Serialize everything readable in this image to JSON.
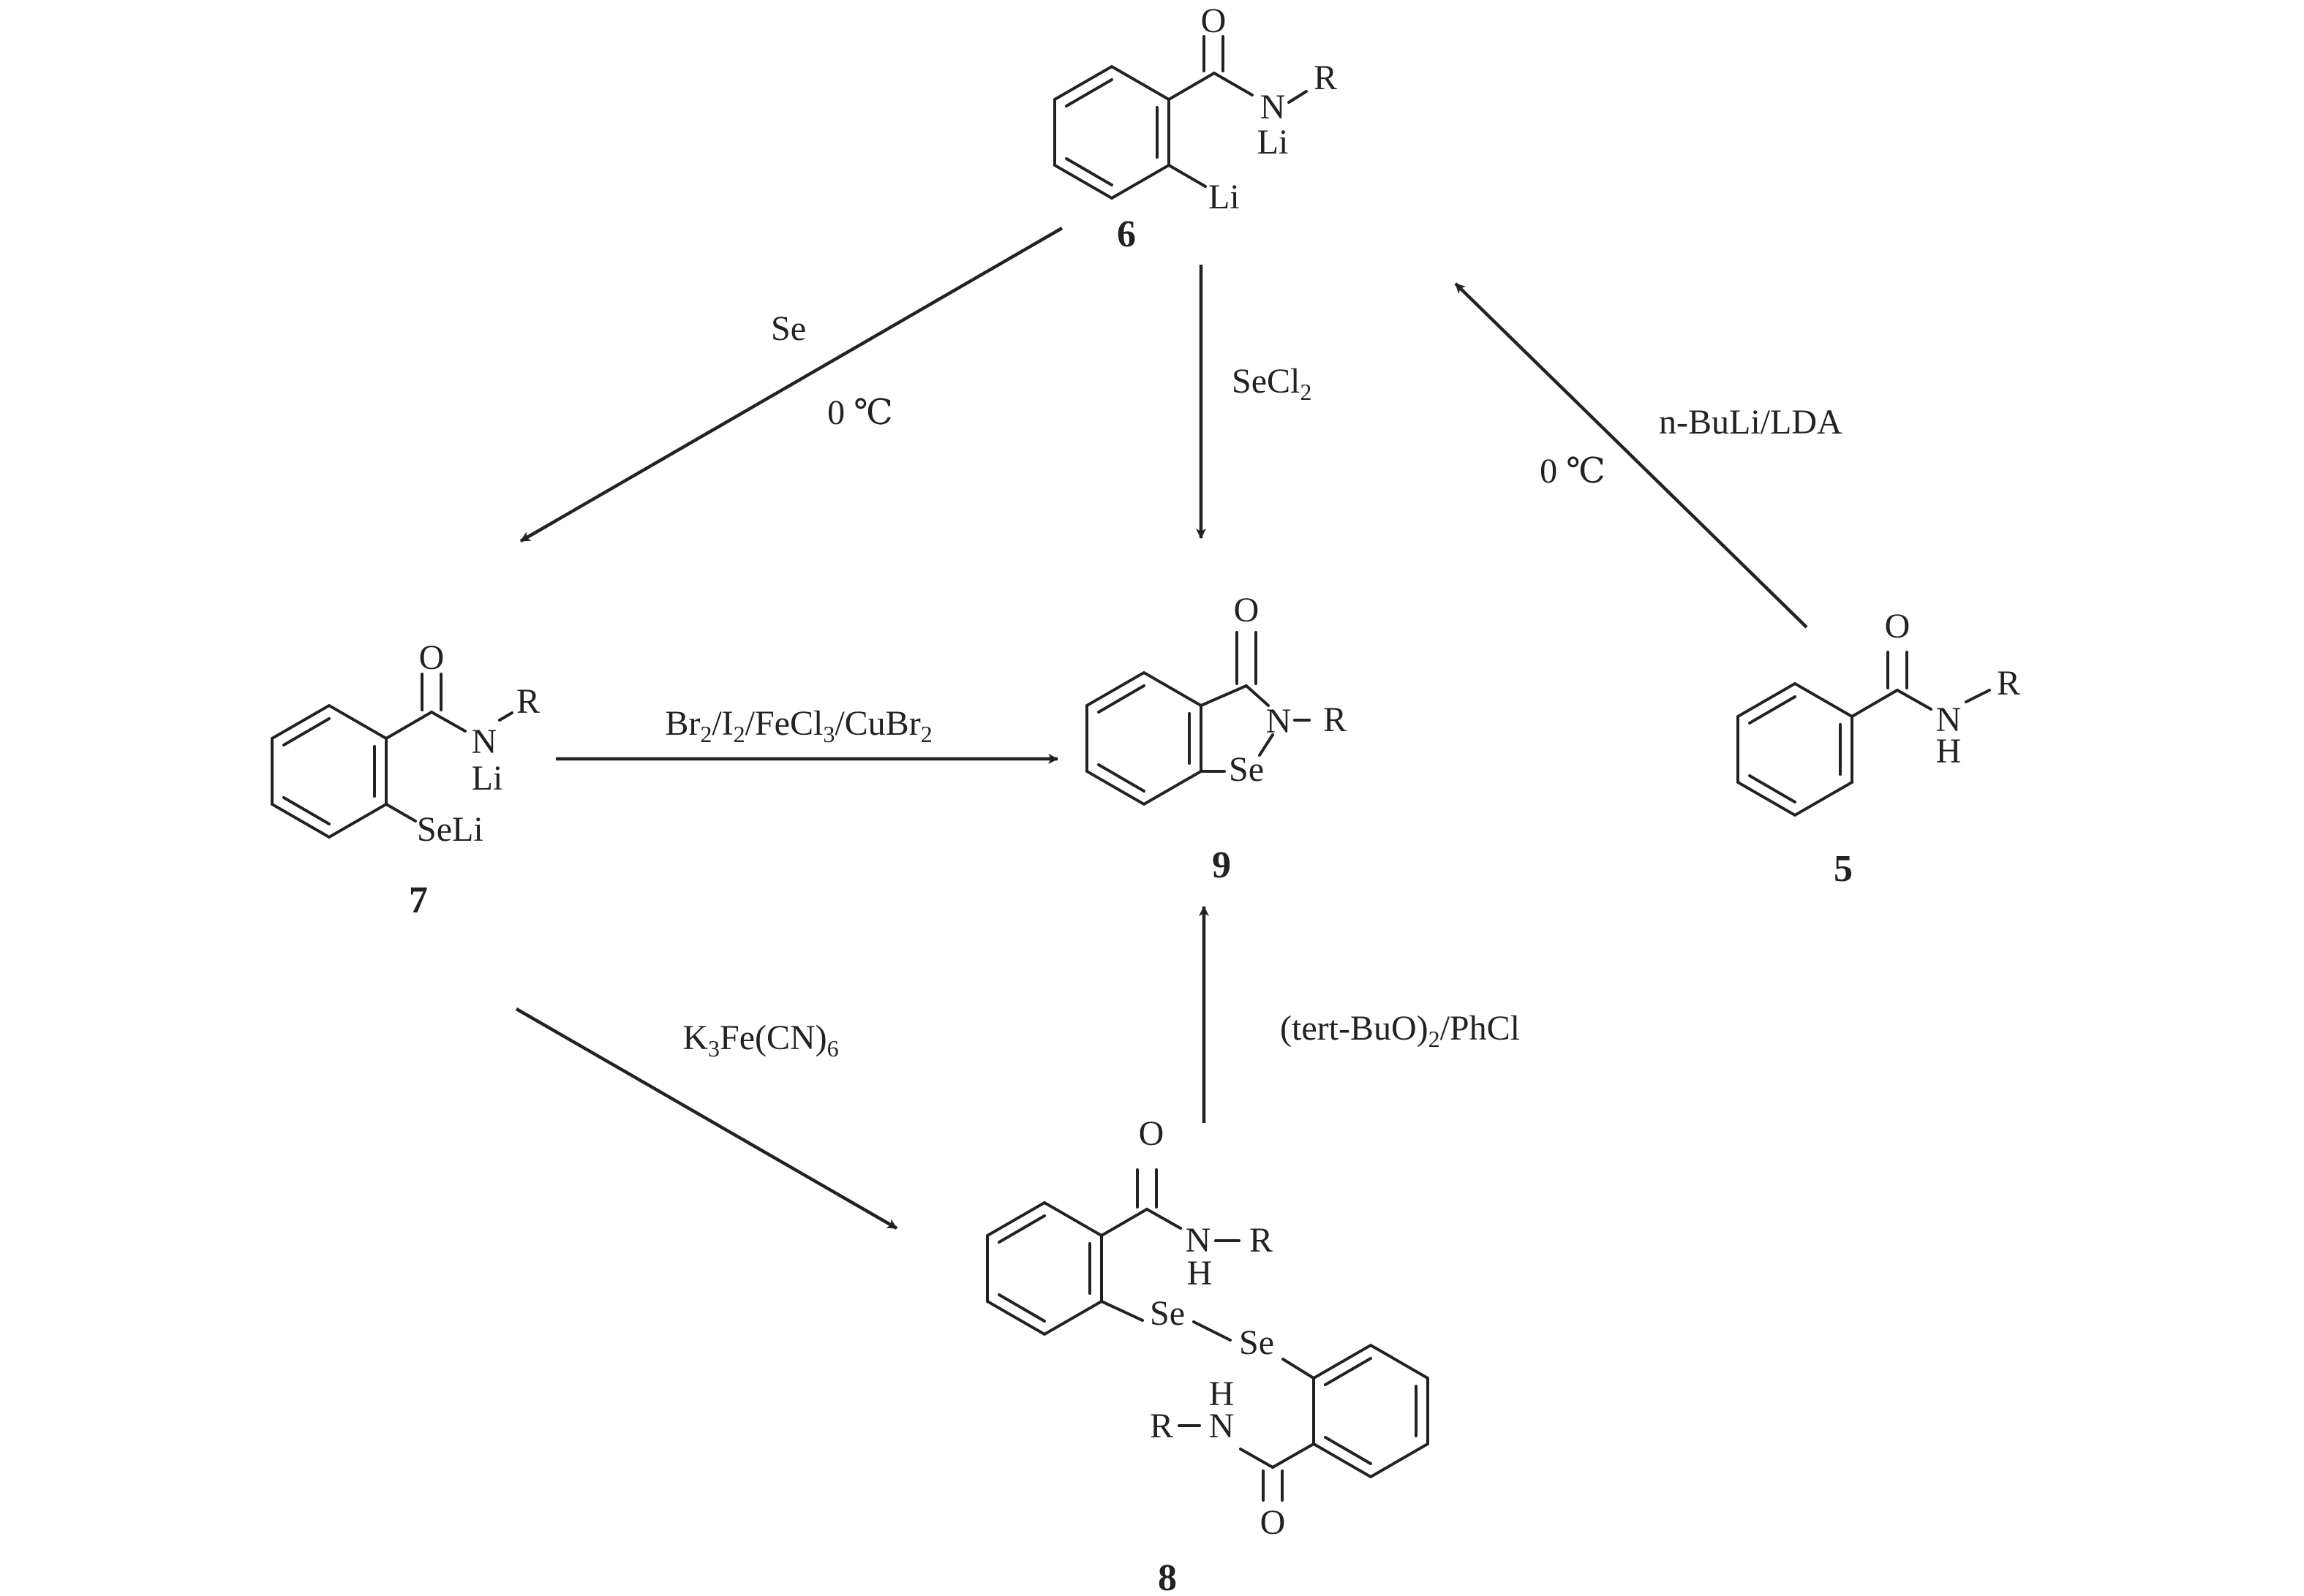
{
  "compounds": {
    "c5": {
      "id": "5",
      "atoms": {
        "o": "O",
        "n": "N",
        "h": "H",
        "r": "R"
      }
    },
    "c6": {
      "id": "6",
      "atoms": {
        "o": "O",
        "n": "N",
        "r": "R",
        "li_n": "Li",
        "li_ring": "Li"
      }
    },
    "c7": {
      "id": "7",
      "atoms": {
        "o": "O",
        "n": "N",
        "r": "R",
        "li_n": "Li",
        "seli": "SeLi"
      }
    },
    "c8": {
      "id": "8",
      "atoms": {
        "o_top": "O",
        "n_top": "N",
        "h_top": "H",
        "r_top": "R",
        "se1": "Se",
        "se2": "Se",
        "h_bot": "H",
        "n_bot": "N",
        "r_bot": "R",
        "o_bot": "O"
      }
    },
    "c9": {
      "id": "9",
      "atoms": {
        "o": "O",
        "n": "N",
        "r": "R",
        "se": "Se"
      }
    }
  },
  "reactions": {
    "r5_to_6": {
      "reagent": "n-BuLi/LDA",
      "condition": "0 ℃"
    },
    "r6_to_7": {
      "reagent": "Se",
      "condition": "0 ℃"
    },
    "r6_to_9": {
      "reagent_base": "SeCl",
      "reagent_sub": "2"
    },
    "r7_to_9": {
      "parts": [
        {
          "t": "Br",
          "s": "2"
        },
        {
          "t": "/I",
          "s": "2"
        },
        {
          "t": "/FeCl",
          "s": "3"
        },
        {
          "t": "/CuBr",
          "s": "2"
        }
      ]
    },
    "r7_to_8": {
      "parts": [
        {
          "t": "K",
          "s": "3"
        },
        {
          "t": "Fe(CN)",
          "s": "6"
        }
      ]
    },
    "r8_to_9": {
      "parts": [
        {
          "t": "(tert-BuO)",
          "s": "2"
        },
        {
          "t": "/PhCl",
          "s": ""
        }
      ]
    }
  }
}
